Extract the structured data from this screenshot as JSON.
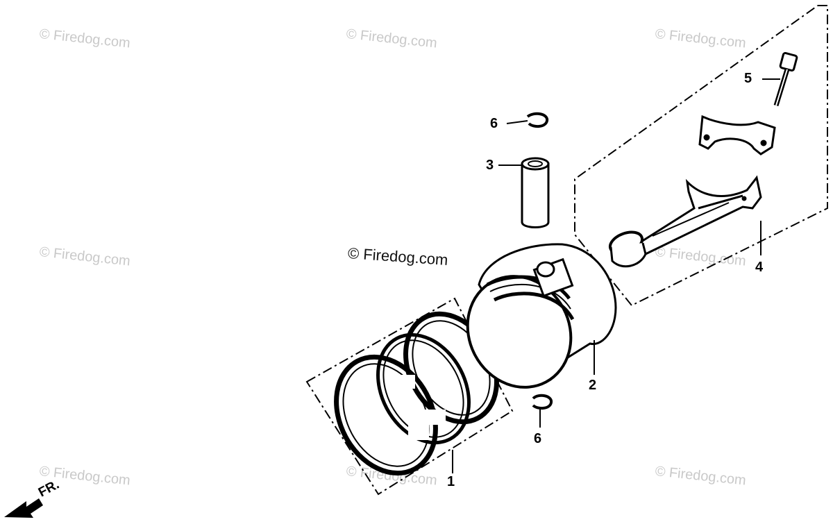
{
  "watermark": {
    "text": "© Firedog.com",
    "main_text": "© Firedog.com"
  },
  "callouts": {
    "piston_rings": "1",
    "piston": "2",
    "piston_pin": "3",
    "connecting_rod": "4",
    "rod_bolt": "5",
    "clip_top": "6",
    "clip_bottom": "6"
  },
  "direction": {
    "label": "FR."
  }
}
